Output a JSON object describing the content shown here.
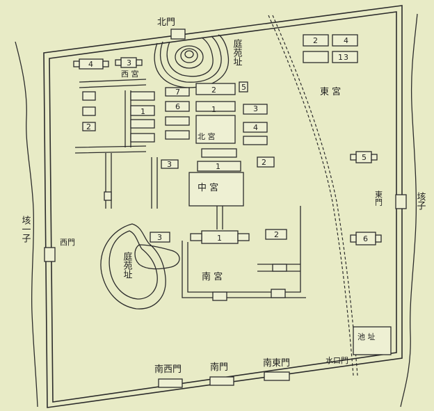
{
  "labels": {
    "north_gate": "北門",
    "south_gate": "南門",
    "southwest_gate": "南西門",
    "southeast_gate": "南東門",
    "water_gate": "水口門",
    "west_gate": "西門",
    "east_gate": "東門",
    "west_palace": "西 宮",
    "north_palace": "北 宮",
    "central_palace": "中 宮",
    "south_palace": "南 宮",
    "east_palace": "東 宮",
    "garden_site_ne": "庭苑址",
    "garden_site_sw": "庭苑址",
    "pond_site": "池 址",
    "river_left": "垓一子",
    "river_right": "垓子"
  },
  "numbers": {
    "wp4": "4",
    "wp3": "3",
    "wp2": "2",
    "np1": "1",
    "np2": "2",
    "np3": "3",
    "np4": "4",
    "np5": "5",
    "np6": "6",
    "np7": "7",
    "cp1": "1",
    "cp2": "2",
    "cp3": "3",
    "sp1": "1",
    "sp2": "2",
    "sp3": "3",
    "ep1": "1",
    "ep2": "2",
    "ep3": "3",
    "ep4": "4",
    "ep5": "5",
    "ep6": "6"
  }
}
